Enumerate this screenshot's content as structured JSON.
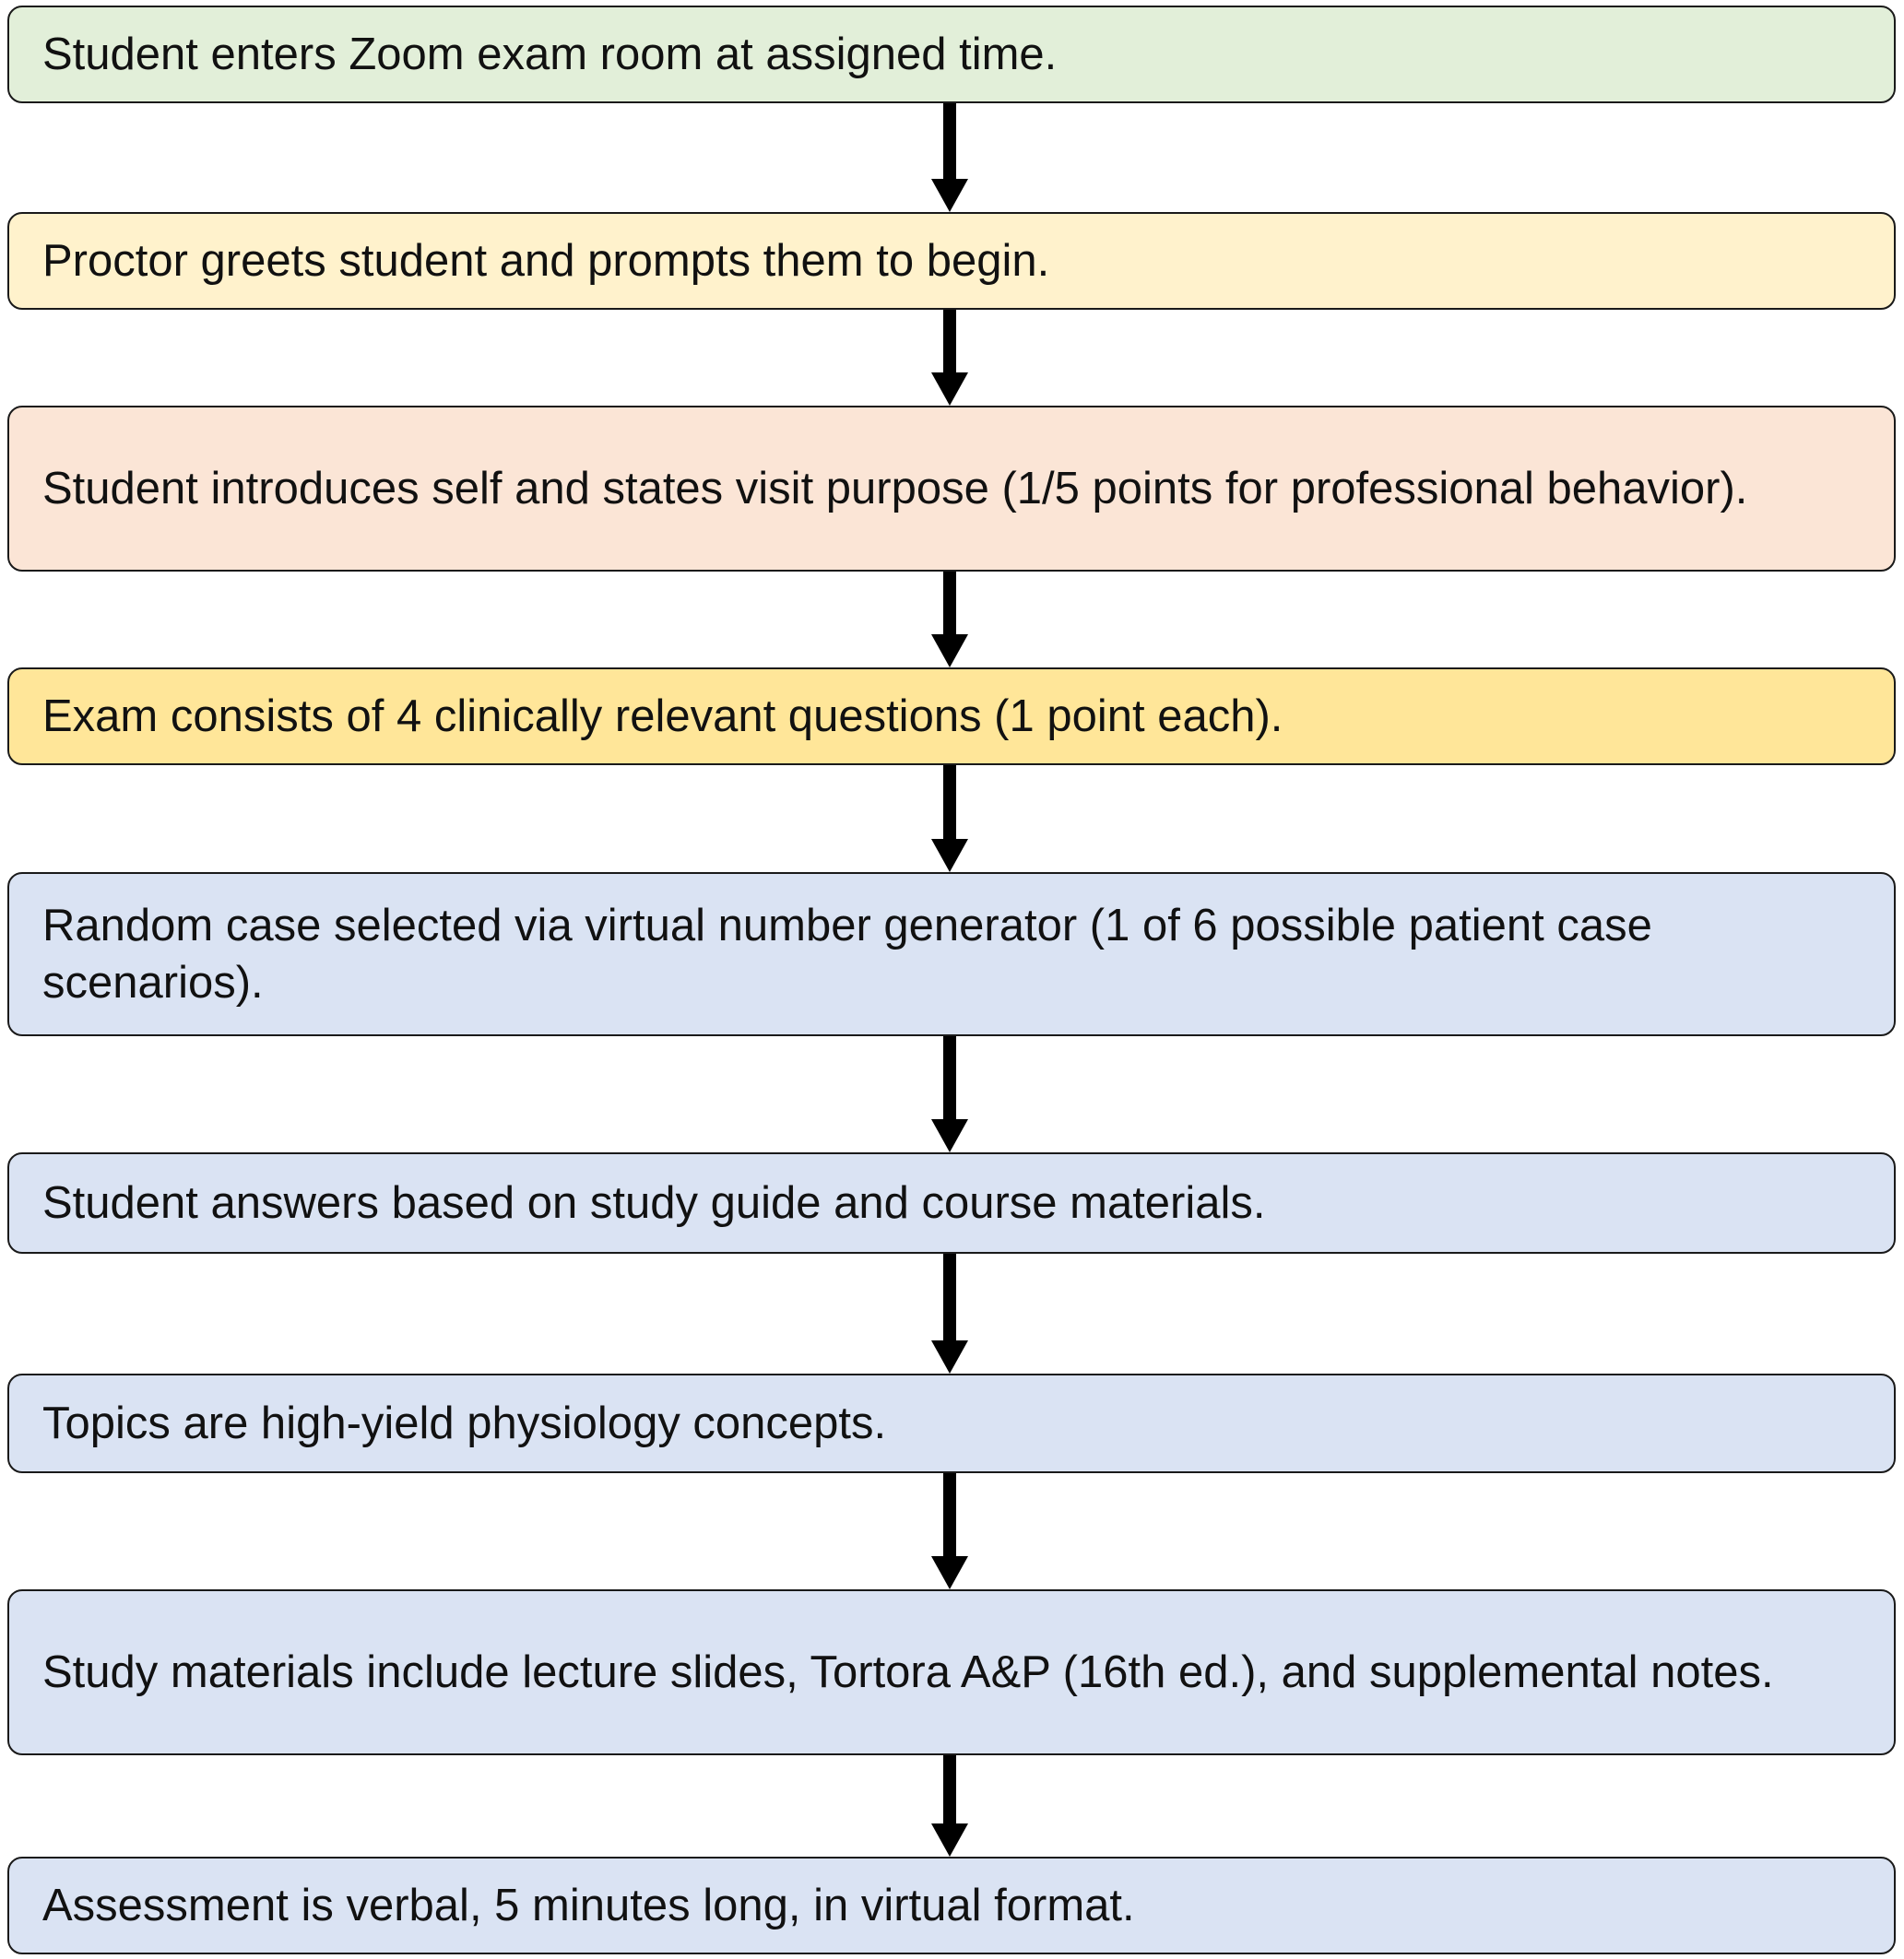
{
  "colors": {
    "green": "#e2efd9",
    "light_yellow": "#fff2cc",
    "peach": "#fbe5d6",
    "gold": "#ffe699",
    "blue": "#dae3f3",
    "border": "#1a1a1a",
    "arrow": "#000000"
  },
  "steps": [
    {
      "text": "Student enters Zoom exam room at assigned time.",
      "color": "green"
    },
    {
      "text": "Proctor greets student and prompts them to begin.",
      "color": "light_yellow"
    },
    {
      "text": "Student introduces self and states visit purpose (1/5 points for professional behavior).",
      "color": "peach"
    },
    {
      "text": "Exam consists of 4 clinically relevant questions (1 point each).",
      "color": "gold"
    },
    {
      "text": "Random case selected via virtual number generator (1 of 6 possible patient case scenarios).",
      "color": "blue"
    },
    {
      "text": "Student answers based on study guide and course materials.",
      "color": "blue"
    },
    {
      "text": "Topics are high-yield physiology concepts.",
      "color": "blue"
    },
    {
      "text": "Study materials include lecture slides, Tortora A&P (16th ed.), and supplemental notes.",
      "color": "blue"
    },
    {
      "text": "Assessment is verbal, 5 minutes long, in virtual format.",
      "color": "blue"
    }
  ]
}
